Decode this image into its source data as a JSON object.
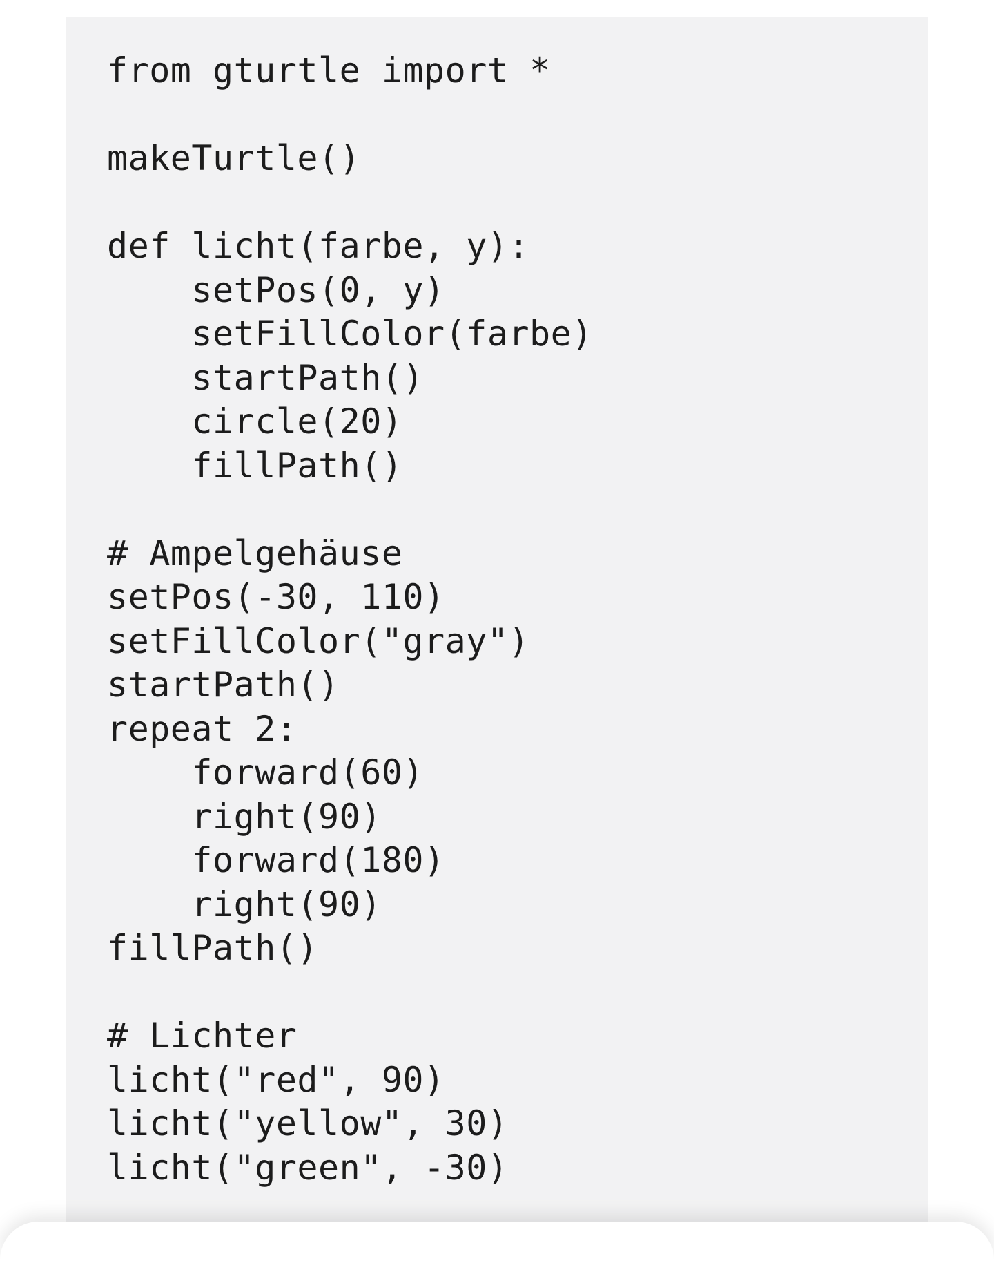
{
  "page": {
    "background_color": "#ffffff"
  },
  "code_block": {
    "background_color": "#f2f2f3",
    "text_color": "#1c1c1c",
    "lines": [
      "from gturtle import *",
      "",
      "makeTurtle()",
      "",
      "def licht(farbe, y):",
      "    setPos(0, y)",
      "    setFillColor(farbe)",
      "    startPath()",
      "    circle(20)",
      "    fillPath()",
      "",
      "# Ampelgehäuse",
      "setPos(-30, 110)",
      "setFillColor(\"gray\")",
      "startPath()",
      "repeat 2:",
      "    forward(60)",
      "    right(90)",
      "    forward(180)",
      "    right(90)",
      "fillPath()",
      "",
      "# Lichter",
      "licht(\"red\", 90)",
      "licht(\"yellow\", 30)",
      "licht(\"green\", -30)"
    ]
  },
  "bottom_card": {
    "background_color": "#ffffff"
  }
}
